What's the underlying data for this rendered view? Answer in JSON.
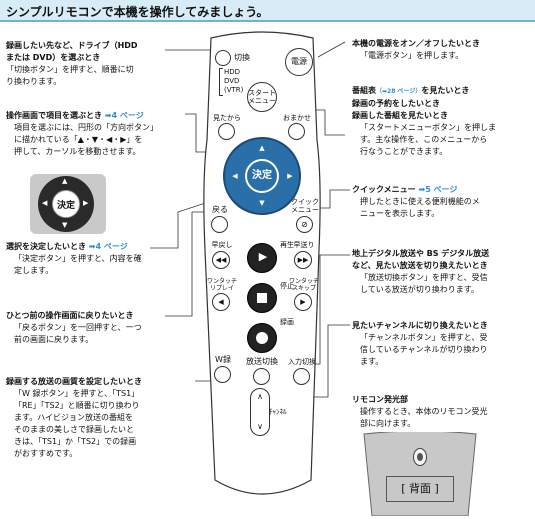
{
  "header": {
    "title": "シンプルリモコンで本機を操作してみましょう。"
  },
  "annotations": {
    "drive": {
      "title_1": "録画したい先など、ドライブ（HDD",
      "title_2": "または DVD）を選ぶとき",
      "desc_1": "「切換ボタン」を押すと、順番に切",
      "desc_2": "り換わります。"
    },
    "select": {
      "title": "操作画面で項目を選ぶとき",
      "ref": "➡4 ページ",
      "desc_1": "項目を選ぶには、円形の「方向ボタン」",
      "desc_2": "に描かれている「▲・▼・◀・▶」を",
      "desc_3": "押して、カーソルを移動させます。"
    },
    "confirm": {
      "title": "選択を決定したいとき",
      "ref": "➡4 ページ",
      "desc_1": "「決定ボタン」を押すと、内容を確",
      "desc_2": "定します。"
    },
    "back": {
      "title": "ひとつ前の操作画面に戻りたいとき",
      "desc_1": "「戻るボタン」を一回押すと、一つ",
      "desc_2": "前の画面に戻ります。"
    },
    "quality": {
      "title": "録画する放送の画質を設定したいとき",
      "desc_1": "「W 録ボタン」を押すと、「TS1」",
      "desc_2": "「RE」「TS2」と順番に切り換わり",
      "desc_3": "ます。ハイビジョン放送の番組を",
      "desc_4": "そのままの美しさで録画したいと",
      "desc_5": "きは、「TS1」か「TS2」での録画",
      "desc_6": "がおすすめです。"
    },
    "power": {
      "title": "本機の電源をオン／オフしたいとき",
      "desc": "「電源ボタン」を押します。"
    },
    "program": {
      "title_1": "番組表",
      "ref": "（➡28 ページ）",
      "title_1b": "を見たいとき",
      "title_2": "録画の予約をしたいとき",
      "title_3": "録画した番組を見たいとき",
      "desc_1": "「スタートメニューボタン」を押しま",
      "desc_2": "す。主な操作を、このメニューから",
      "desc_3": "行なうことができます。"
    },
    "quick": {
      "title": "クイックメニュー",
      "ref": "➡5 ページ",
      "desc_1": "押したときに使える便利機能のメ",
      "desc_2": "ニューを表示します。"
    },
    "broadcast": {
      "title_1": "地上デジタル放送や BS デジタル放送",
      "title_2": "など、見たい放送を切り換えたいとき",
      "desc_1": "「放送切換ボタン」を押すと、受信",
      "desc_2": "している放送が切り換わります。"
    },
    "channel": {
      "title": "見たいチャンネルに切り換えたいとき",
      "desc_1": "「チャンネルボタン」を押すと、受",
      "desc_2": "信しているチャンネルが切り換わり",
      "desc_3": "ます。"
    },
    "sensor": {
      "title": "リモコン発光部",
      "desc_1": "操作するとき、本体のリモコン受光",
      "desc_2": "部に向けます。"
    }
  },
  "remote": {
    "switch": "切換",
    "drive_hdd": "HDD",
    "drive_dvd": "DVD",
    "drive_vtr": "(VTR)",
    "power": "電源",
    "start_1": "スタート",
    "start_2": "メニュー",
    "mitakara": "見たから",
    "omakase": "おまかせ",
    "enter": "決定",
    "back": "戻る",
    "quick_1": "クイック",
    "quick_2": "メニュー",
    "rewind": "早戻し",
    "play": "再生",
    "ff": "早送り",
    "replay_1": "ワンタッチ",
    "replay_2": "リプレイ",
    "stop": "停止",
    "skip_1": "ワンタッチ",
    "skip_2": "スキップ",
    "record": "録画",
    "wrec": "W録",
    "bcast": "放送切換",
    "input": "入力切換",
    "channel": "ﾁｬﾝﾈﾙ"
  },
  "inset": {
    "enter": "決定"
  },
  "back_view": {
    "label": "[ 背面 ]"
  },
  "colors": {
    "accent": "#2f8fcf",
    "header_bg": "#d8ecf7",
    "dpad": "#2a6fa8"
  }
}
